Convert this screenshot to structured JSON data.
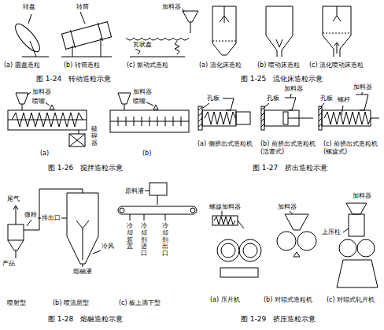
{
  "diagram": {
    "labels": [
      "转盘",
      "转筒",
      "瓦状盘",
      "加料器",
      "(a) 圆盘造粒",
      "(b) 转筒造粒",
      "(c) 振动式造粒",
      "图 1-24　转动造粒示意",
      "(a) 流化床造粒",
      "(b) 喷动床造粒",
      "(c) 流化喷动床造粒",
      "图 1-25　流化床造粒示意",
      "加料器",
      "喷嘴",
      "破碎器",
      "加料器",
      "喷嘴",
      "(a)",
      "(b)",
      "图 1-26　搅拌造粒示意",
      "孔板",
      "孔板",
      "加料器",
      "加料器",
      "孔板",
      "螺杆",
      "(a) 侧挤出式造粒机",
      "(b) 前挤出式造粒机(活塞式)",
      "(c) 前挤出式造粒机(螺旋式)",
      "图 1-27　挤出造粒示意",
      "尾气",
      "微粉",
      "产品",
      "排出口",
      "冷风",
      "熔融液",
      "原料液",
      "冷却装置",
      "冷却剂进口",
      "冷却剂出口",
      "喷射型",
      "(b) 喷流层型",
      "(c) 板上滴下型",
      "图 1-28　熔融造粒示意",
      "螺旋加料器",
      "加料器",
      "加料器",
      "上压柱",
      "(a) 压片机",
      "(b) 对辊式造粒机",
      "(c) 对辊式轧片机",
      "图 1-29　挤压造粒示意"
    ]
  }
}
